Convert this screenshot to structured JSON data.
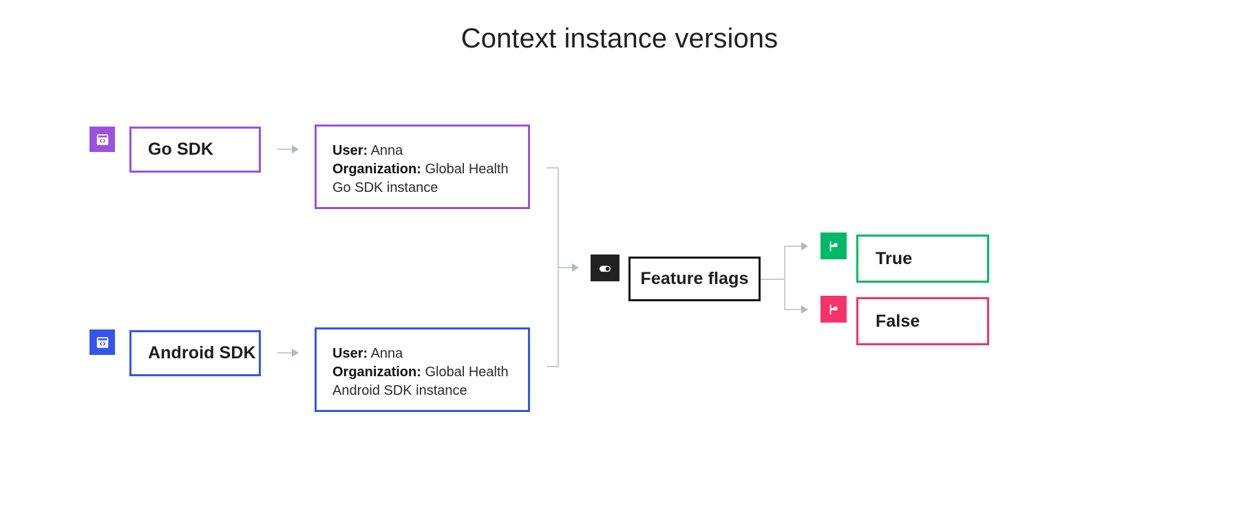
{
  "title": "Context instance versions",
  "colors": {
    "purple": "#9B51E0",
    "blue": "#3355EE",
    "black": "#121212",
    "green": "#00B865",
    "pink": "#F5326A",
    "connector": "#C9CDCD"
  },
  "sources": [
    {
      "icon": "code-window-icon",
      "accent": "#9B51E0",
      "label": "Go SDK",
      "instance": {
        "user_key": "User:",
        "user_value": "Anna",
        "org_key": "Organization:",
        "org_value": "Global Health",
        "instance_label": "Go SDK instance"
      }
    },
    {
      "icon": "code-window-icon",
      "accent": "#3355EE",
      "label": "Android SDK",
      "instance": {
        "user_key": "User:",
        "user_value": "Anna",
        "org_key": "Organization:",
        "org_value": "Global Health",
        "instance_label": "Android SDK instance"
      }
    }
  ],
  "evaluator": {
    "icon": "toggle-switch-icon",
    "label": "Feature flags"
  },
  "outcomes": [
    {
      "icon": "flag-icon",
      "accent": "#00B865",
      "label": "True"
    },
    {
      "icon": "flag-icon",
      "accent": "#F5326A",
      "label": "False"
    }
  ]
}
